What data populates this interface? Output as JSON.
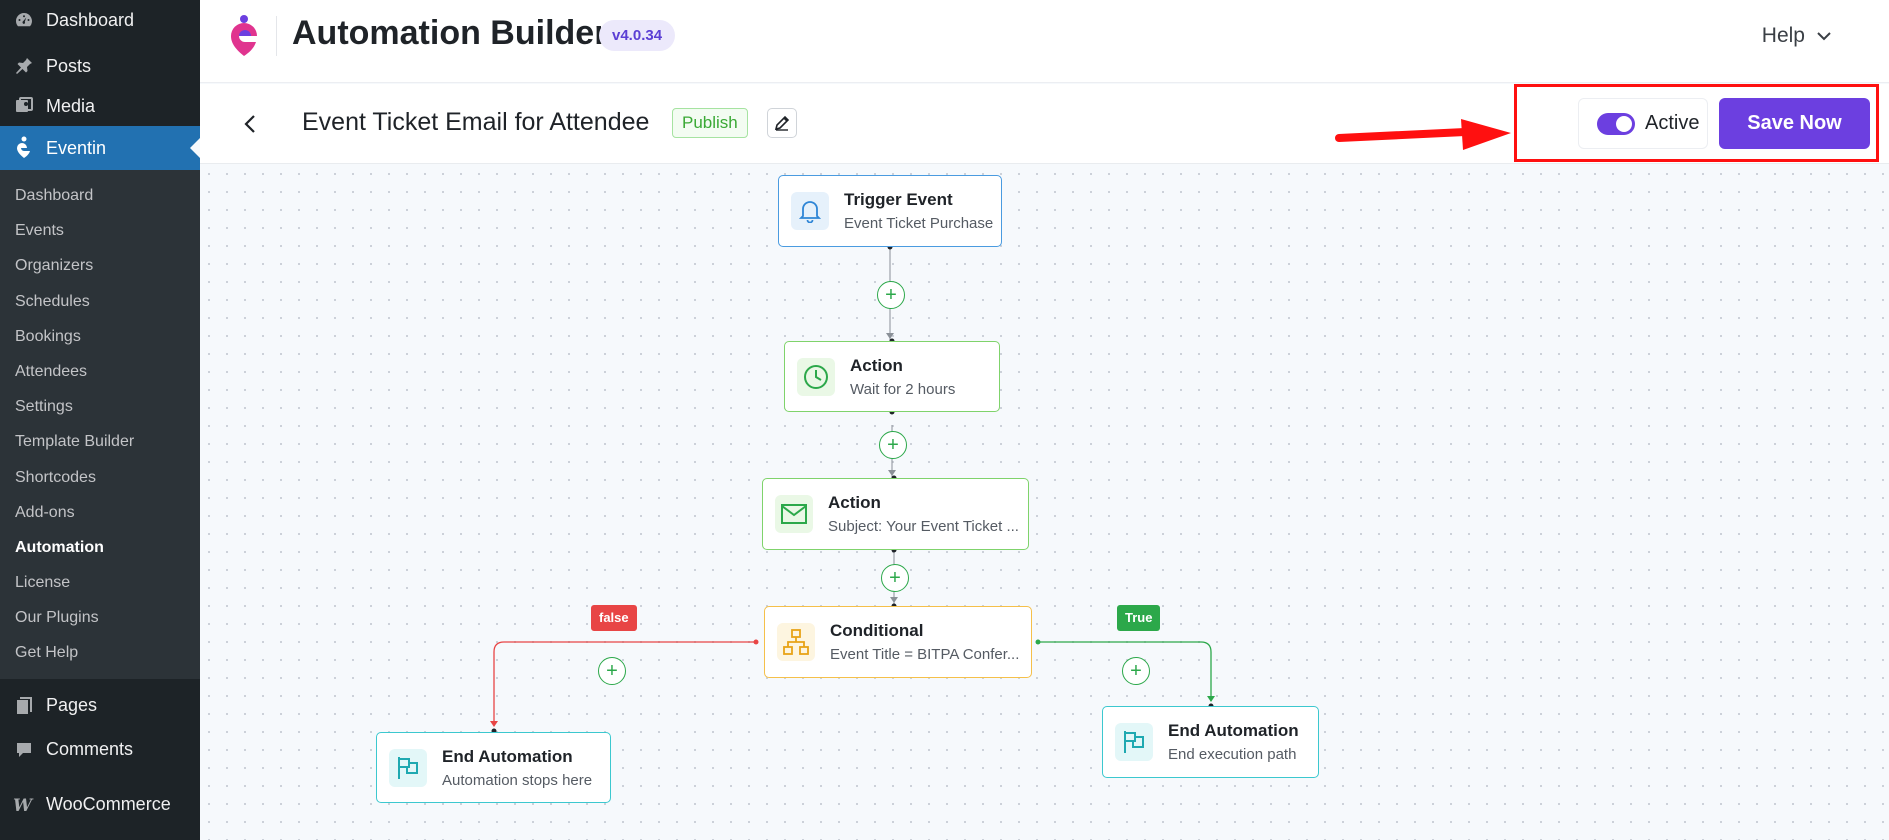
{
  "sidebar": {
    "top_items": [
      {
        "label": "Dashboard",
        "icon": "dashboard-icon"
      },
      {
        "label": "Posts",
        "icon": "pin-icon"
      },
      {
        "label": "Media",
        "icon": "media-icon"
      },
      {
        "label": "Eventin",
        "icon": "eventin-icon"
      }
    ],
    "sub_items": [
      "Dashboard",
      "Events",
      "Organizers",
      "Schedules",
      "Bookings",
      "Attendees",
      "Settings",
      "Template Builder",
      "Shortcodes",
      "Add-ons",
      "Automation",
      "License",
      "Our Plugins",
      "Get Help"
    ],
    "bottom_items": [
      {
        "label": "Pages",
        "icon": "pages-icon"
      },
      {
        "label": "Comments",
        "icon": "comments-icon"
      },
      {
        "label": "WooCommerce",
        "icon": "woocommerce-icon"
      }
    ]
  },
  "header": {
    "title": "Automation Builder",
    "version": "v4.0.34",
    "help_label": "Help"
  },
  "automation": {
    "name": "Event Ticket Email for Attendee",
    "status": "Publish",
    "active_label": "Active",
    "active": true,
    "save_label": "Save Now"
  },
  "flow": {
    "trigger": {
      "title": "Trigger Event",
      "subtitle": "Event Ticket Purchase",
      "icon": "bell-icon"
    },
    "wait_action": {
      "title": "Action",
      "subtitle": "Wait for 2 hours",
      "icon": "clock-icon"
    },
    "email_action": {
      "title": "Action",
      "subtitle": "Subject: Your Event Ticket ...",
      "icon": "envelope-icon"
    },
    "conditional": {
      "title": "Conditional",
      "subtitle": "Event Title = BITPA Confer...",
      "icon": "hierarchy-icon"
    },
    "false_label": "false",
    "true_label": "True",
    "end_false": {
      "title": "End Automation",
      "subtitle": "Automation stops here",
      "icon": "flag-icon"
    },
    "end_true": {
      "title": "End Automation",
      "subtitle": "End execution path",
      "icon": "flag-icon"
    },
    "plus_symbol": "+"
  },
  "colors": {
    "brand_purple": "#6c3fe0",
    "wp_sidebar": "#1d2327",
    "wp_active": "#2271b1",
    "trigger_border": "#4a9be0",
    "action_border": "#7fd36b",
    "conditional_border": "#f5c04a",
    "end_border": "#3cc8cf",
    "false_red": "#e84545",
    "true_green": "#2ca84a",
    "highlight_red": "#ff1010"
  }
}
